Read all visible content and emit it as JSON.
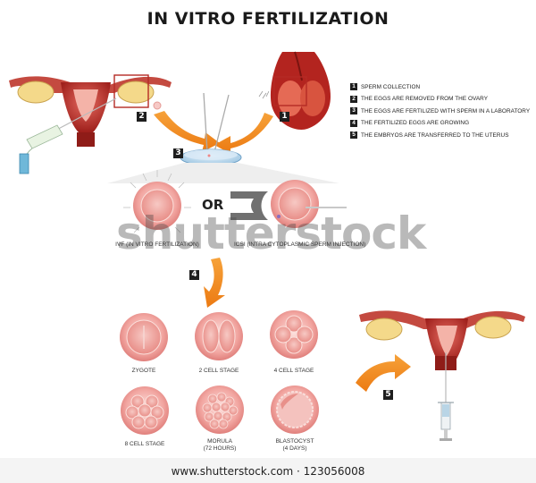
{
  "title": "IN VITRO FERTILIZATION",
  "legend": [
    {
      "num": "1",
      "text": "SPERM COLLECTION"
    },
    {
      "num": "2",
      "text": "THE EGGS ARE REMOVED FROM THE OVARY"
    },
    {
      "num": "3",
      "text": "THE EGGS ARE FERTILIZED WITH SPERM IN A LABORATORY"
    },
    {
      "num": "4",
      "text": "THE FERTILIZED EGGS ARE GROWING"
    },
    {
      "num": "5",
      "text": "THE EMBRYOS  ARE TRANSFERRED TO THE UTERUS"
    }
  ],
  "step_numbers": {
    "s1": "1",
    "s2": "2",
    "s3": "3",
    "s4": "4",
    "s5": "5"
  },
  "or_label": "OR",
  "ivf_label": "IVF (IN VITRO FERTILIZATION)",
  "icsi_label": "ICSI (INTRA CYTOPLASMIC SPERM INJECTION)",
  "stages": {
    "zygote": "ZYGOTE",
    "two_cell": "2 CELL STAGE",
    "four_cell": "4 CELL STAGE",
    "eight_cell": "8 CELL STAGE",
    "morula": "MORULA",
    "morula_sub": "(72 HOURS)",
    "blastocyst": "BLASTOCYST",
    "blastocyst_sub": "(4 DAYS)"
  },
  "watermark": "shutterstock",
  "footer": "www.shutterstock.com · 123056008",
  "colors": {
    "arrow": "#f28a1e",
    "cell": "#f0a9a6",
    "tissue": "#c0312c",
    "ovary": "#f4d98a"
  }
}
